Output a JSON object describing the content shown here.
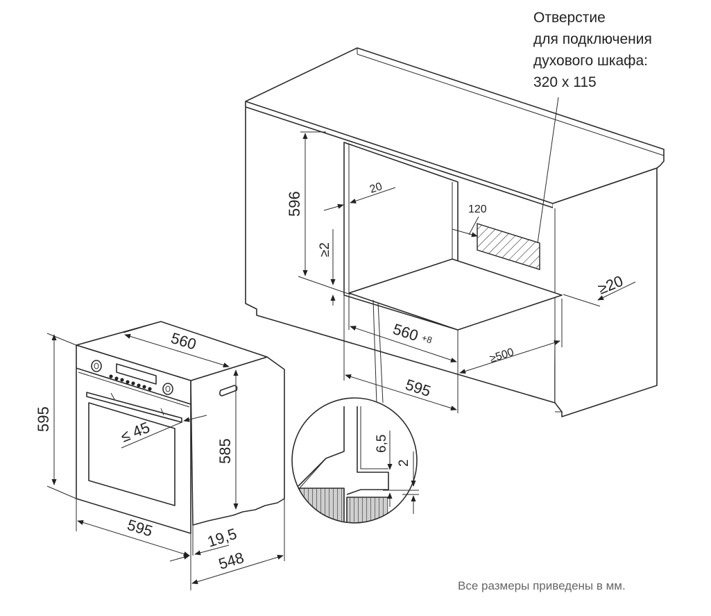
{
  "hole_note": {
    "lines": [
      "Отверстие",
      "для подключения",
      "духового шкафа:",
      "320 х 115"
    ]
  },
  "footer": "Все размеры приведены в мм.",
  "dimensions": {
    "cab_height": "596",
    "cab_gap_top": "20",
    "cab_gap_min": "≥2",
    "cab_hole_offset": "120",
    "cab_side_gap": "≥20",
    "cab_inner_width": "560",
    "cab_inner_width_tol": "+8",
    "cab_depth": "≥500",
    "cab_width": "595",
    "oven_top_width": "560",
    "oven_height": "595",
    "oven_body_height": "585",
    "handle_depth": "≤ 45",
    "oven_width": "595",
    "front_depth": "19,5",
    "oven_depth": "548",
    "detail_a": "6,5",
    "detail_b": "2"
  }
}
